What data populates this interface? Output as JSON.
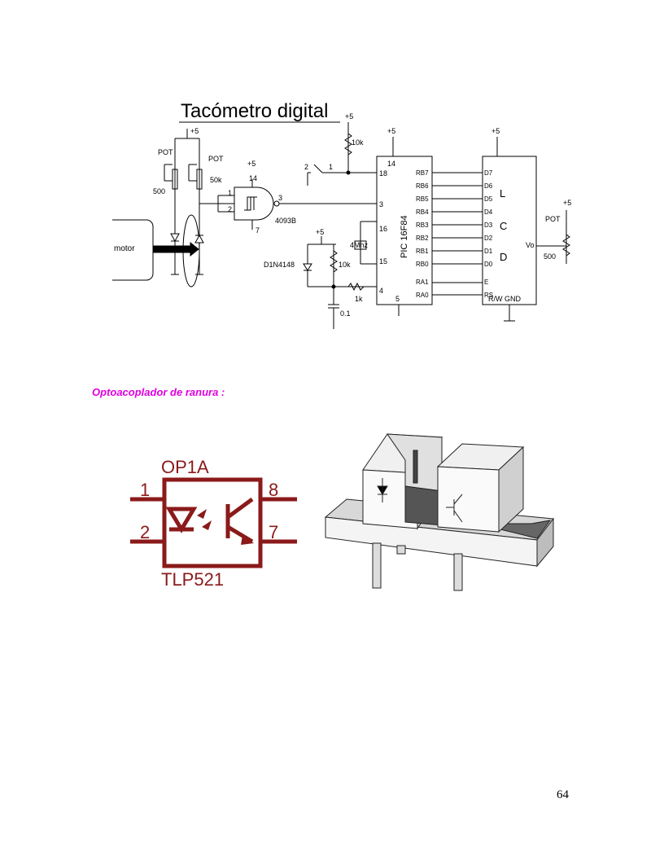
{
  "schematic": {
    "title": "Tacómetro digital",
    "labels": {
      "vcc": "+5",
      "pot": "POT",
      "r500": "500",
      "r50k": "50k",
      "r10k": "10k",
      "r1k": "1k",
      "cap": "0.1",
      "crystal": "4Mhz",
      "diode": "D1N4148",
      "gate": "4093B",
      "motor": "motor",
      "pic": "PIC 16F84",
      "lcd_l": "L",
      "lcd_c": "C",
      "lcd_d": "D",
      "vo": "Vo",
      "rw_gnd": "R/W  GND",
      "pin14": "14",
      "pin18": "18",
      "pin3": "3",
      "pin16": "16",
      "pin15": "15",
      "pin4": "4",
      "pin5": "5",
      "gate_pin1": "1",
      "gate_pin2": "2",
      "gate_pin3": "3",
      "gate_pin7": "7",
      "gate_pin14": "14",
      "sw1": "1",
      "sw2": "2"
    },
    "pic_pins": [
      "RB7",
      "RB6",
      "RB5",
      "RB4",
      "RB3",
      "RB2",
      "RB1",
      "RB0",
      "RA1",
      "RA0"
    ],
    "lcd_pins": [
      "D7",
      "D6",
      "D5",
      "D4",
      "D3",
      "D2",
      "D1",
      "D0",
      "E",
      "RS"
    ]
  },
  "caption": "Optoacoplador de ranura :",
  "optocoupler": {
    "name": "OP1A",
    "part": "TLP521",
    "pins": [
      "1",
      "2",
      "8",
      "7"
    ]
  },
  "page_number": "64",
  "colors": {
    "caption": "#e000e0",
    "symbol": "#8b1a1a"
  }
}
